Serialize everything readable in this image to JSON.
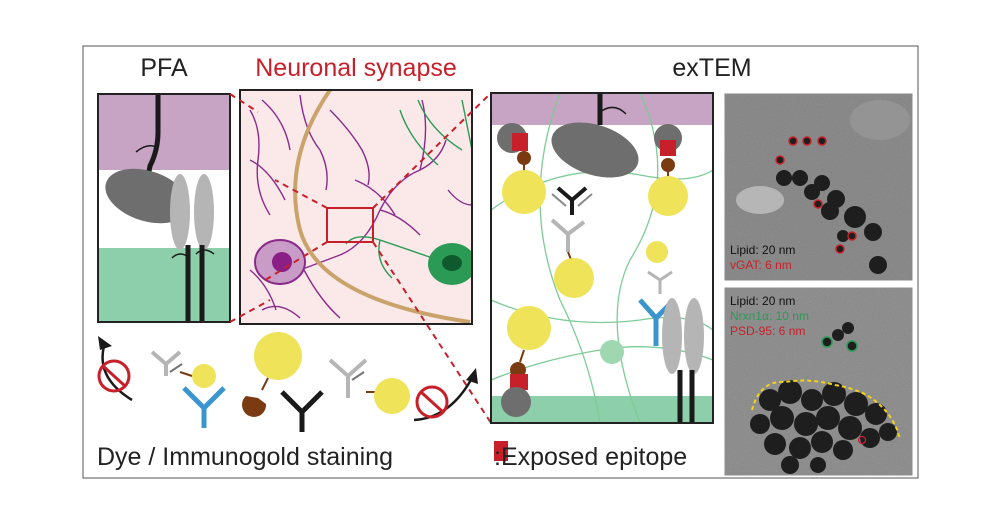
{
  "labels": {
    "pfa": "PFA",
    "neuronal_synapse": "Neuronal synapse",
    "extem": "exTEM",
    "dye_immunogold": "Dye / Immunogold staining",
    "exposed_epitope": ":Exposed epitope"
  },
  "micrographs": {
    "top": {
      "line1": "Lipid: 20 nm",
      "line2": "vGAT: 6 nm"
    },
    "bottom": {
      "line1": "Lipid: 20 nm",
      "line2": "Nrxn1α: 10 nm",
      "line3": "PSD-95: 6 nm"
    }
  },
  "colors": {
    "membrane_pre": "#c7a3c4",
    "membrane_post": "#8ccfaa",
    "synapse_bg": "#fbe9ea",
    "accent_red": "#c8202a",
    "gold_yellow": "#efe35a",
    "antibody_blue": "#3a95cf",
    "nanobody_brown": "#7a3b12",
    "neuron_green": "#2a9a55",
    "neuron_purple": "#8a2b8a",
    "axon_tan": "#c9a36a",
    "em_bg": "#8e8e8e"
  }
}
